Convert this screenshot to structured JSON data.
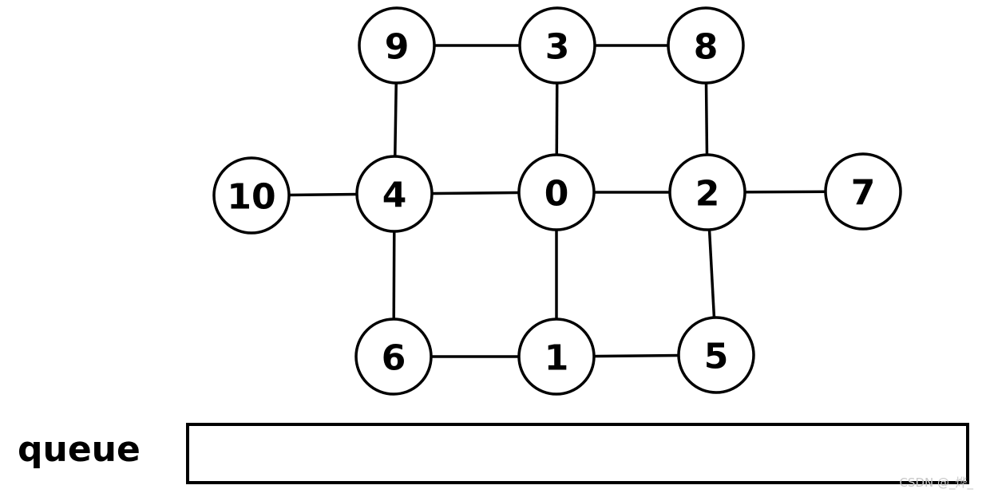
{
  "graph": {
    "nodes": [
      {
        "id": "9",
        "label": "9"
      },
      {
        "id": "3",
        "label": "3"
      },
      {
        "id": "8",
        "label": "8"
      },
      {
        "id": "10",
        "label": "10"
      },
      {
        "id": "4",
        "label": "4"
      },
      {
        "id": "0",
        "label": "0"
      },
      {
        "id": "2",
        "label": "2"
      },
      {
        "id": "7",
        "label": "7"
      },
      {
        "id": "6",
        "label": "6"
      },
      {
        "id": "1",
        "label": "1"
      },
      {
        "id": "5",
        "label": "5"
      }
    ],
    "edges": [
      [
        "9",
        "3"
      ],
      [
        "3",
        "8"
      ],
      [
        "9",
        "4"
      ],
      [
        "3",
        "0"
      ],
      [
        "8",
        "2"
      ],
      [
        "10",
        "4"
      ],
      [
        "4",
        "0"
      ],
      [
        "0",
        "2"
      ],
      [
        "2",
        "7"
      ],
      [
        "4",
        "6"
      ],
      [
        "0",
        "1"
      ],
      [
        "2",
        "5"
      ],
      [
        "6",
        "1"
      ],
      [
        "1",
        "5"
      ]
    ],
    "colors": {
      "stroke": "#000000",
      "fill": "#ffffff"
    }
  },
  "queue": {
    "label": "queue",
    "items": []
  },
  "watermark": "CSDN @_烨_"
}
